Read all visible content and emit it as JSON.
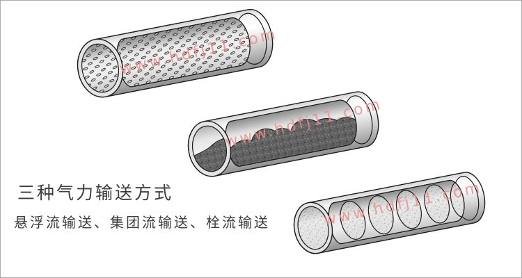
{
  "canvas": {
    "background": "#ffffff",
    "border_color": "#ababab"
  },
  "heading": {
    "title": "三种气力输送方式",
    "subtitle": "悬浮流输送、集团流输送、栓流输送",
    "text_color": "#3d3d3d"
  },
  "watermark": {
    "text": "www.hdfj11.com",
    "color": "#ec8c8c",
    "instances": 3
  },
  "figure": {
    "description": "Three cutaway pipe illustrations of pneumatic conveying modes",
    "pipes": [
      {
        "id": "suspension-flow",
        "depicts": "悬浮流输送"
      },
      {
        "id": "dune-flow",
        "depicts": "集团流输送"
      },
      {
        "id": "plug-flow",
        "depicts": "栓流输送"
      }
    ],
    "line_color": "#1c1c1c",
    "shell_color": "#d9d9d9",
    "dark_material_color": "#646464",
    "light_material_color": "#e9e9e9"
  }
}
